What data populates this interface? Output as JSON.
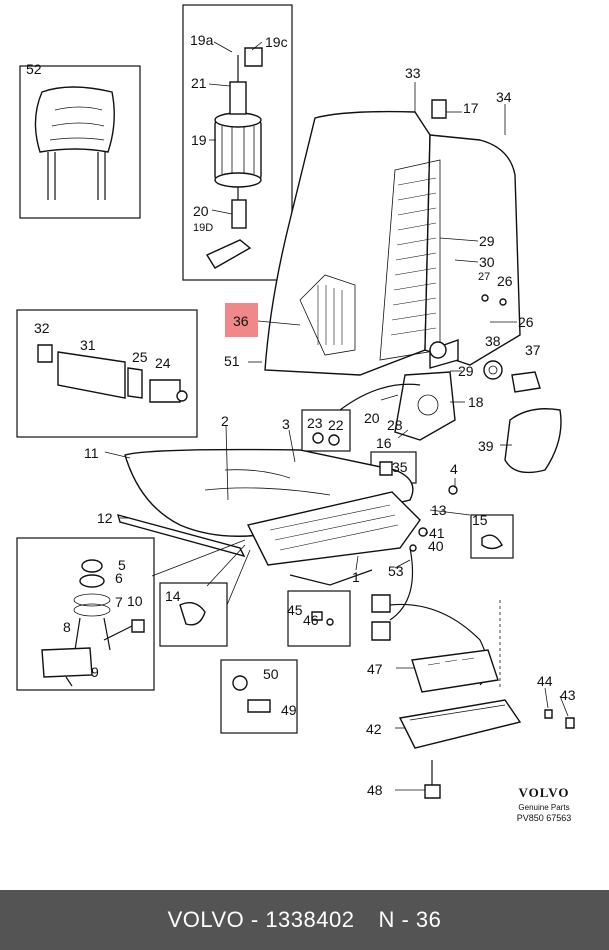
{
  "brand": {
    "logo": "VOLVO",
    "subtitle": "Genuine Parts",
    "code": "PV850 67563"
  },
  "footer": {
    "part_ref": "VOLVO - 1338402",
    "page": "N - 36"
  },
  "highlight_color": "#f0888a",
  "callouts": {
    "c52": "52",
    "c19a": "19a",
    "c19c": "19c",
    "c21": "21",
    "c19": "19",
    "c20a": "20",
    "c19d": "19D",
    "c33": "33",
    "c17": "17",
    "c34": "34",
    "c29a": "29",
    "c30": "30",
    "c27": "27",
    "c26a": "26",
    "c26b": "26",
    "c32": "32",
    "c31": "31",
    "c25": "25",
    "c24": "24",
    "c36": "36",
    "c51": "51",
    "c38": "38",
    "c37": "37",
    "c29b": "29",
    "c18": "18",
    "c20b": "20",
    "c28": "28",
    "c16": "16",
    "c39": "39",
    "c2": "2",
    "c3": "3",
    "c23": "23",
    "c22": "22",
    "c11": "11",
    "c35": "35",
    "c4": "4",
    "c13": "13",
    "c15": "15",
    "c12": "12",
    "c41": "41",
    "c40": "40",
    "c5": "5",
    "c6": "6",
    "c7": "7",
    "c10": "10",
    "c8": "8",
    "c9": "9",
    "c1": "1",
    "c53": "53",
    "c14": "14",
    "c45": "45",
    "c46": "46",
    "c50": "50",
    "c49": "49",
    "c47": "47",
    "c44": "44",
    "c43": "43",
    "c42": "42",
    "c48": "48"
  }
}
